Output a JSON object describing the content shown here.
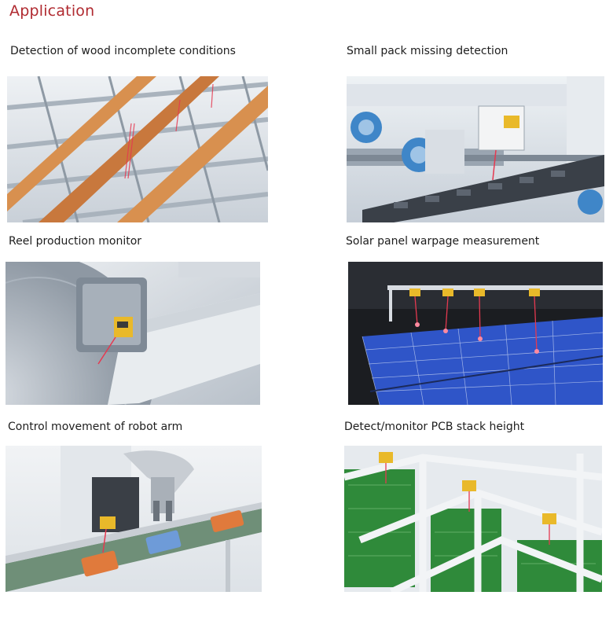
{
  "page": {
    "heading": "Application"
  },
  "applications": [
    {
      "caption": "Detection of wood incomplete conditions"
    },
    {
      "caption": "Small pack missing detection"
    },
    {
      "caption": "Reel production monitor"
    },
    {
      "caption": "Solar panel warpage measurement"
    },
    {
      "caption": "Control movement of robot arm"
    },
    {
      "caption": "Detect/monitor PCB stack height"
    }
  ],
  "colors": {
    "heading": "#b02a30",
    "laser": "#e53950",
    "wood": "#d8904f",
    "solar": "#2f55c8",
    "pcb": "#2f8a3a",
    "sensor": "#e9b92a"
  }
}
